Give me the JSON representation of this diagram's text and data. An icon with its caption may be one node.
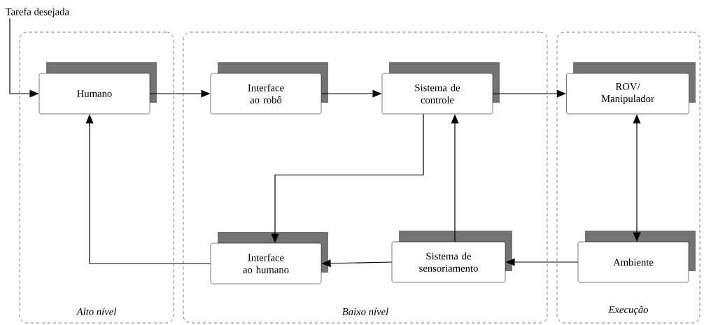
{
  "diagram": {
    "nodes": [
      {
        "text": [
          "Alto nível"
        ]
      },
      {
        "text": [
          "Baixo nível"
        ]
      },
      {
        "text": [
          "Execução"
        ]
      },
      {
        "text": [
          "Humano"
        ],
        "in": 0
      },
      {
        "text": [
          "Interface ao robô"
        ],
        "in": 1
      },
      {
        "text": [
          "Sistema de controle"
        ],
        "in": 1
      },
      {
        "text": [
          "ROV/ Manipulador"
        ],
        "in": 2
      },
      {
        "text": [
          "Interface ao humano"
        ],
        "in": 1
      },
      {
        "text": [
          "Sistema de sensoriamento"
        ],
        "in": 1
      },
      {
        "text": [
          "Ambiente"
        ],
        "in": 2
      },
      {
        "text": [
          "Tarefa desejada"
        ]
      }
    ],
    "edges": [
      {
        "from": 10,
        "to": 3,
        "arrow": "to"
      },
      {
        "from": 3,
        "to": 4,
        "arrow": "to"
      },
      {
        "from": 4,
        "to": 5,
        "arrow": "to"
      },
      {
        "from": 5,
        "to": 6,
        "arrow": "to"
      },
      {
        "from": 5,
        "to": 7,
        "arrow": "to"
      },
      {
        "from": 8,
        "to": 5,
        "arrow": "to"
      },
      {
        "from": 6,
        "to": 9,
        "arrow": "both"
      },
      {
        "from": 9,
        "to": 8,
        "arrow": "to"
      },
      {
        "from": 8,
        "to": 7,
        "arrow": "to"
      },
      {
        "from": 7,
        "to": 3,
        "arrow": "to"
      }
    ]
  }
}
